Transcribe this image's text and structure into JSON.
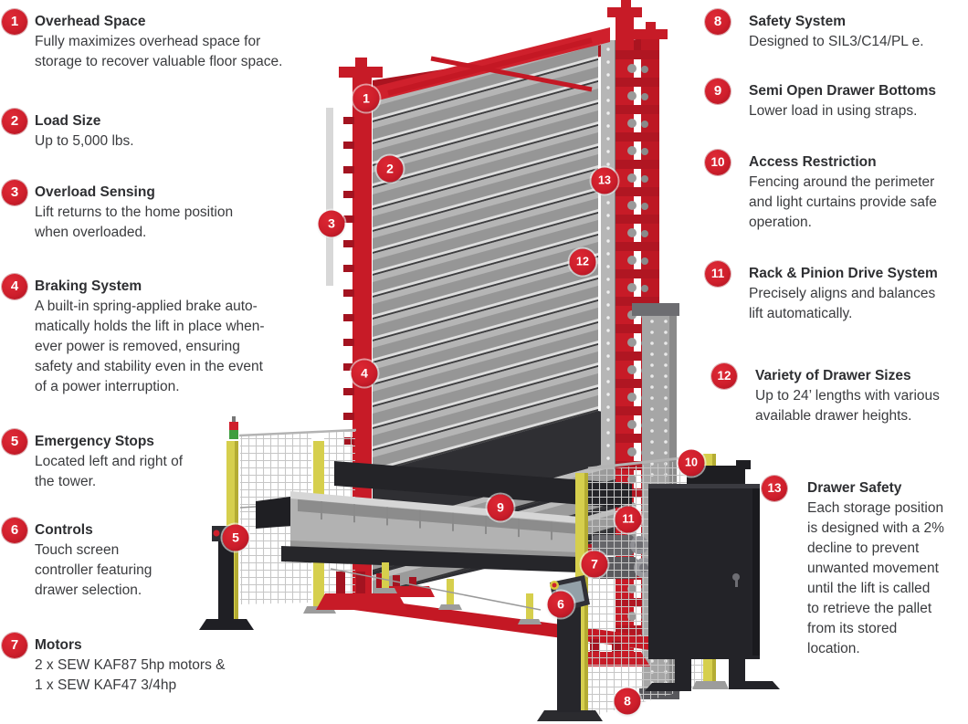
{
  "colors": {
    "badge_red": "#cf1f2c",
    "frame_red": "#c71b27",
    "frame_red_dark": "#a31320",
    "drawer_gray": "#969696",
    "drawer_highlight": "#b5b5b5",
    "fence_yellow": "#d6cf4d",
    "cabinet_black": "#232328",
    "carriage_black": "#242428",
    "text_dark": "#3a3b3e"
  },
  "features": [
    {
      "num": "1",
      "title": "Overhead Space",
      "body": "Fully maximizes overhead space for\nstorage to recover valuable floor space."
    },
    {
      "num": "2",
      "title": "Load Size",
      "body": "Up to 5,000 lbs."
    },
    {
      "num": "3",
      "title": "Overload Sensing",
      "body": "Lift returns to the home position\nwhen overloaded."
    },
    {
      "num": "4",
      "title": "Braking System",
      "body": "A built-in spring-applied brake auto-\nmatically holds the lift in place when-\never power is removed, ensuring\nsafety and stability even in the event\nof a power interruption."
    },
    {
      "num": "5",
      "title": "Emergency Stops",
      "body": "Located left and right of\nthe tower."
    },
    {
      "num": "6",
      "title": "Controls",
      "body": "Touch screen\ncontroller featuring\ndrawer selection."
    },
    {
      "num": "7",
      "title": "Motors",
      "body": "2 x SEW KAF87 5hp motors &\n1 x SEW KAF47 3/4hp"
    },
    {
      "num": "8",
      "title": "Safety System",
      "body": "Designed to SIL3/C14/PL e."
    },
    {
      "num": "9",
      "title": "Semi Open Drawer Bottoms",
      "body": "Lower load in using straps."
    },
    {
      "num": "10",
      "title": "Access Restriction",
      "body": "Fencing around the perimeter\nand light curtains provide safe\noperation."
    },
    {
      "num": "11",
      "title": "Rack & Pinion Drive System",
      "body": "Precisely aligns and balances\nlift automatically."
    },
    {
      "num": "12",
      "title": "Variety of Drawer Sizes",
      "body": "Up to 24’ lengths with various\navailable drawer heights."
    },
    {
      "num": "13",
      "title": "Drawer Safety",
      "body": "Each storage position\nis designed with a 2%\ndecline to prevent\nunwanted movement\nuntil the lift is called\nto retrieve the pallet\nfrom its stored\nlocation."
    }
  ]
}
